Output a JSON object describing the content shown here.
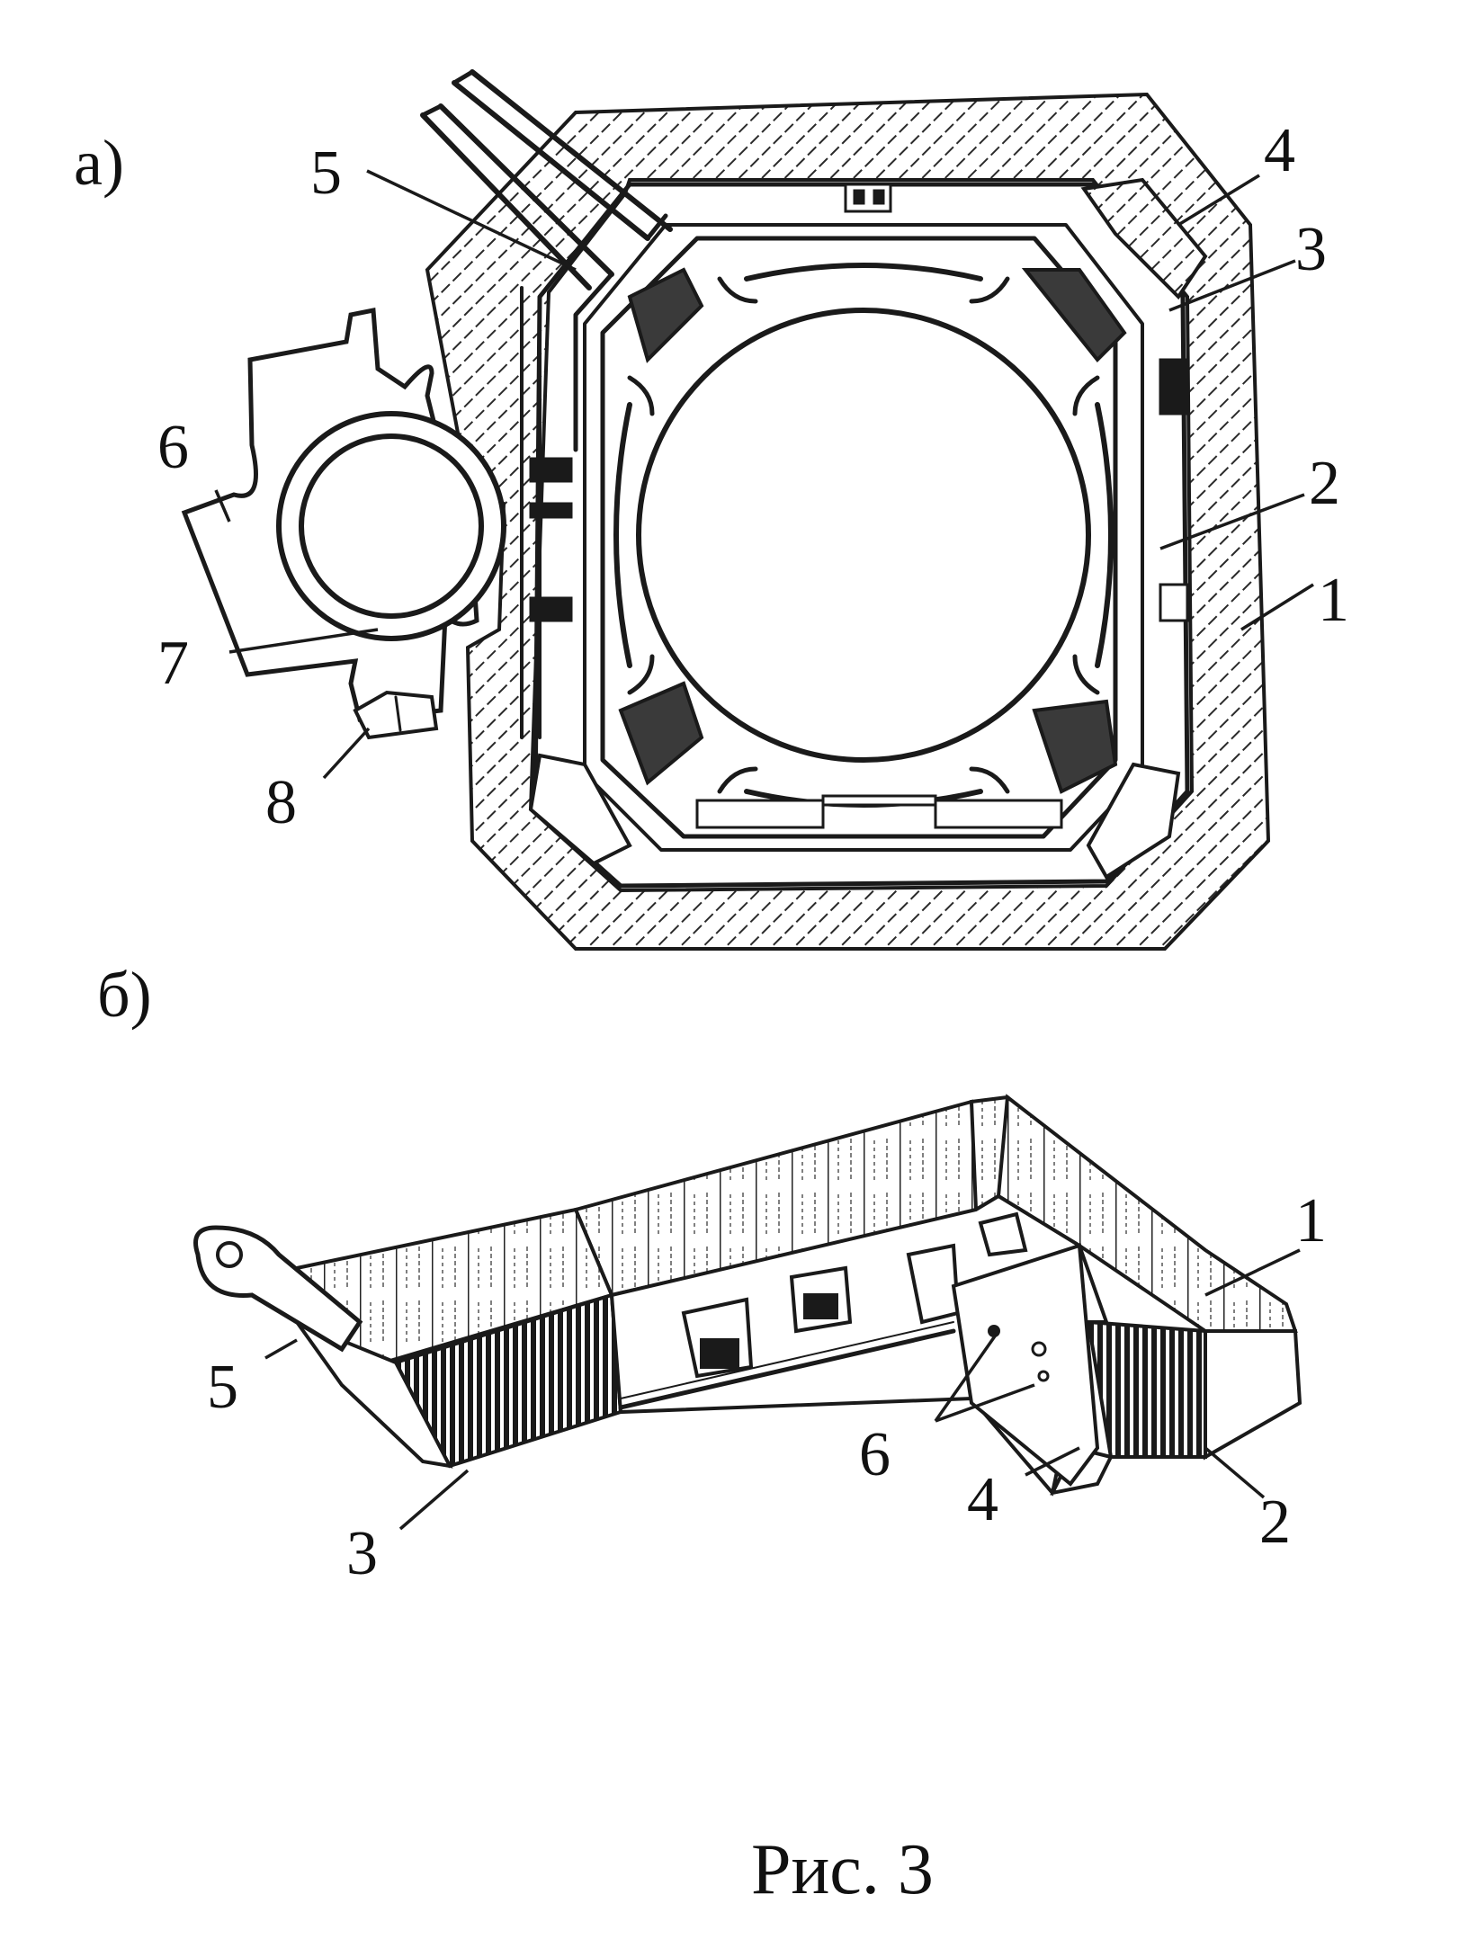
{
  "panels": [
    {
      "id": "a",
      "label": "а)",
      "callouts": [
        "5",
        "4",
        "3",
        "6",
        "2",
        "1",
        "7",
        "8"
      ]
    },
    {
      "id": "b",
      "label": "б)",
      "callouts": [
        "1",
        "5",
        "6",
        "4",
        "2",
        "3"
      ]
    }
  ],
  "caption": "Рис. 3",
  "colors": {
    "ink": "#1a1a1a",
    "paper": "#ffffff"
  }
}
